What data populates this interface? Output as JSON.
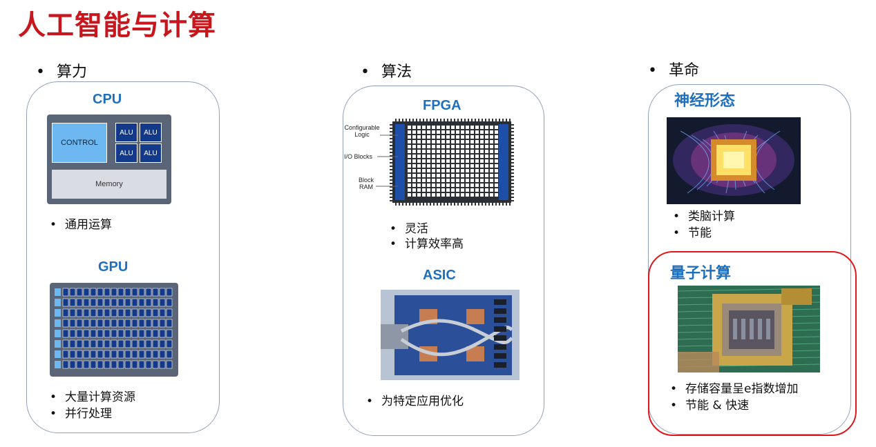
{
  "title": "人工智能与计算",
  "bullet": "•",
  "columns": [
    {
      "heading": "算力"
    },
    {
      "heading": "算法"
    },
    {
      "heading": "革命"
    }
  ],
  "cpu": {
    "label": "CPU",
    "control": "CONTROL",
    "alu": [
      "ALU",
      "ALU",
      "ALU",
      "ALU"
    ],
    "memory": "Memory",
    "bullets": [
      "通用运算"
    ]
  },
  "gpu": {
    "label": "GPU",
    "bullets": [
      "大量计算资源",
      "并行处理"
    ]
  },
  "fpga": {
    "label": "FPGA",
    "callouts": [
      "Configurable Logic",
      "I/O Blocks",
      "Block RAM"
    ],
    "bullets": [
      "灵活",
      "计算效率高"
    ]
  },
  "asic": {
    "label": "ASIC",
    "bullets": [
      "为特定应用优化"
    ]
  },
  "neuro": {
    "label": "神经形态",
    "bullets": [
      "类脑计算",
      "节能"
    ]
  },
  "quantum": {
    "label": "量子计算",
    "bullets": [
      "存储容量呈e指数增加",
      "节能 & 快速"
    ]
  },
  "colors": {
    "title_red": "#c8161d",
    "section_blue": "#1f6fbf",
    "highlight_red": "#e0161b"
  }
}
